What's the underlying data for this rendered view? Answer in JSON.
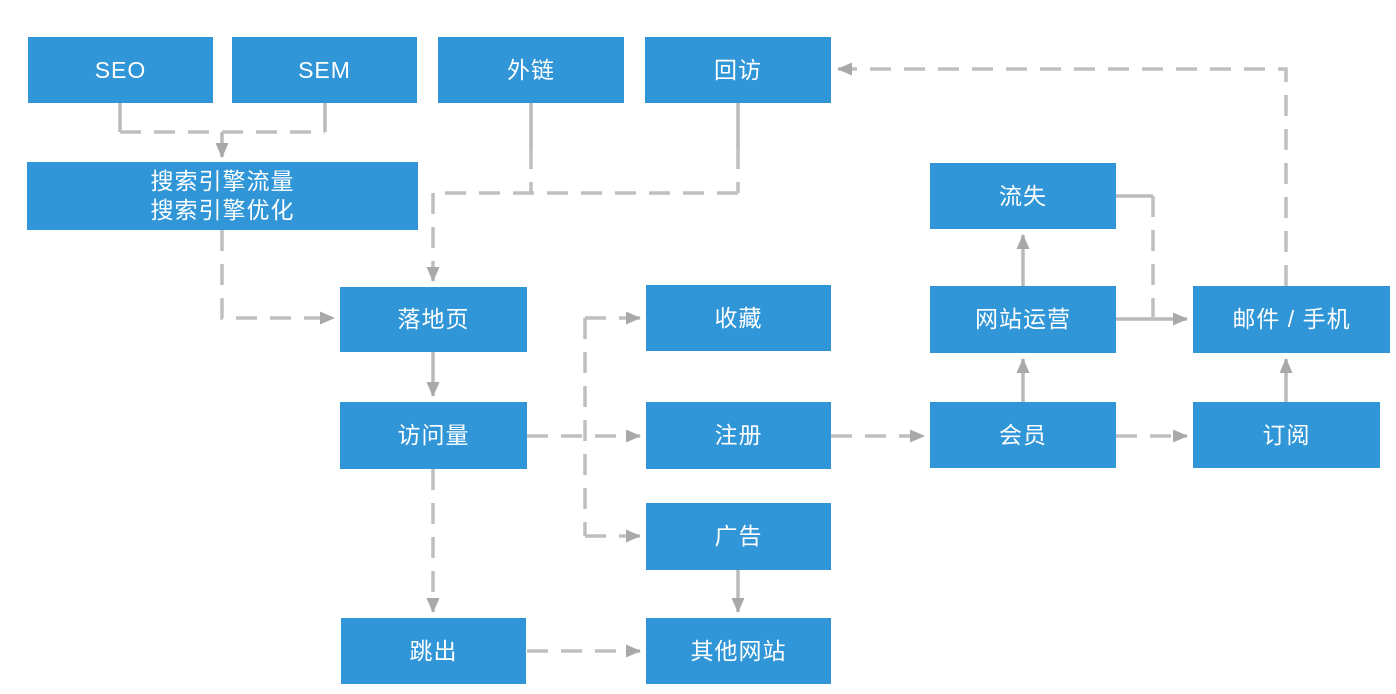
{
  "diagram": {
    "colors": {
      "background": "#ffffff",
      "node_fill": "#3096d8",
      "node_text": "#ffffff",
      "line": "#bebfc1",
      "arrowhead": "#a9a9a9"
    },
    "nodes": {
      "seo": {
        "label": "SEO"
      },
      "sem": {
        "label": "SEM"
      },
      "external_links": {
        "label": "外链"
      },
      "revisit": {
        "label": "回访"
      },
      "search_engine": {
        "line1": "搜索引擎流量",
        "line2": "搜索引擎优化"
      },
      "landing_page": {
        "label": "落地页"
      },
      "favorites": {
        "label": "收藏"
      },
      "churn": {
        "label": "流失"
      },
      "site_operations": {
        "label": "网站运营"
      },
      "email_phone": {
        "label": "邮件 / 手机"
      },
      "visits": {
        "label": "访问量"
      },
      "registration": {
        "label": "注册"
      },
      "members": {
        "label": "会员"
      },
      "subscription": {
        "label": "订阅"
      },
      "ads": {
        "label": "广告"
      },
      "bounce": {
        "label": "跳出"
      },
      "other_sites": {
        "label": "其他网站"
      }
    },
    "edges": [
      {
        "from": "seo",
        "to": "search_engine",
        "style": "dashed"
      },
      {
        "from": "sem",
        "to": "search_engine",
        "style": "dashed"
      },
      {
        "from": "external_links",
        "to": "landing_page",
        "style": "dashed"
      },
      {
        "from": "revisit",
        "to": "landing_page",
        "style": "dashed"
      },
      {
        "from": "search_engine",
        "to": "landing_page",
        "style": "dashed"
      },
      {
        "from": "landing_page",
        "to": "visits",
        "style": "solid"
      },
      {
        "from": "visits",
        "to": "favorites",
        "style": "dashed"
      },
      {
        "from": "visits",
        "to": "registration",
        "style": "dashed"
      },
      {
        "from": "visits",
        "to": "ads",
        "style": "dashed"
      },
      {
        "from": "visits",
        "to": "bounce",
        "style": "dashed"
      },
      {
        "from": "registration",
        "to": "members",
        "style": "dashed"
      },
      {
        "from": "members",
        "to": "site_operations",
        "style": "solid"
      },
      {
        "from": "site_operations",
        "to": "churn",
        "style": "solid"
      },
      {
        "from": "site_operations",
        "to": "email_phone",
        "style": "solid"
      },
      {
        "from": "churn",
        "to": "email_phone",
        "style": "dashed"
      },
      {
        "from": "members",
        "to": "subscription",
        "style": "dashed"
      },
      {
        "from": "subscription",
        "to": "email_phone",
        "style": "solid"
      },
      {
        "from": "email_phone",
        "to": "revisit",
        "style": "dashed"
      },
      {
        "from": "ads",
        "to": "other_sites",
        "style": "solid"
      },
      {
        "from": "bounce",
        "to": "other_sites",
        "style": "dashed"
      }
    ]
  }
}
